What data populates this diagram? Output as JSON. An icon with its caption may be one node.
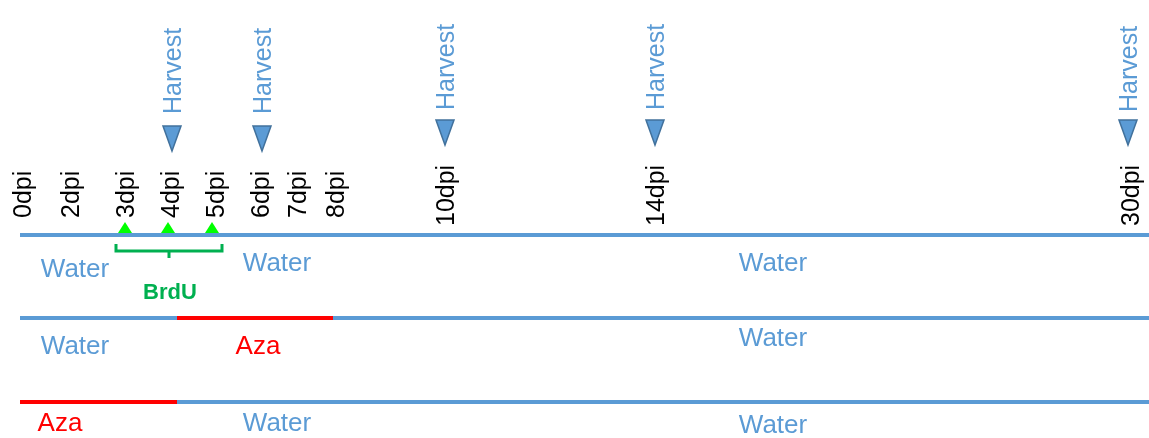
{
  "diagram": {
    "labels": [
      "Harvest",
      "Harvest",
      "Harvest",
      "Harvest",
      "Harvest",
      "0dpi",
      "2dpi",
      "3dpi",
      "4dpi",
      "5dpi",
      "6dpi",
      "7dpi",
      "8dpi",
      "10dpi",
      "14dpi",
      "30dpi",
      "Water",
      "Water",
      "Water",
      "BrdU",
      "Water",
      "Aza",
      "Water",
      "Aza",
      "Water",
      "Water"
    ]
  }
}
